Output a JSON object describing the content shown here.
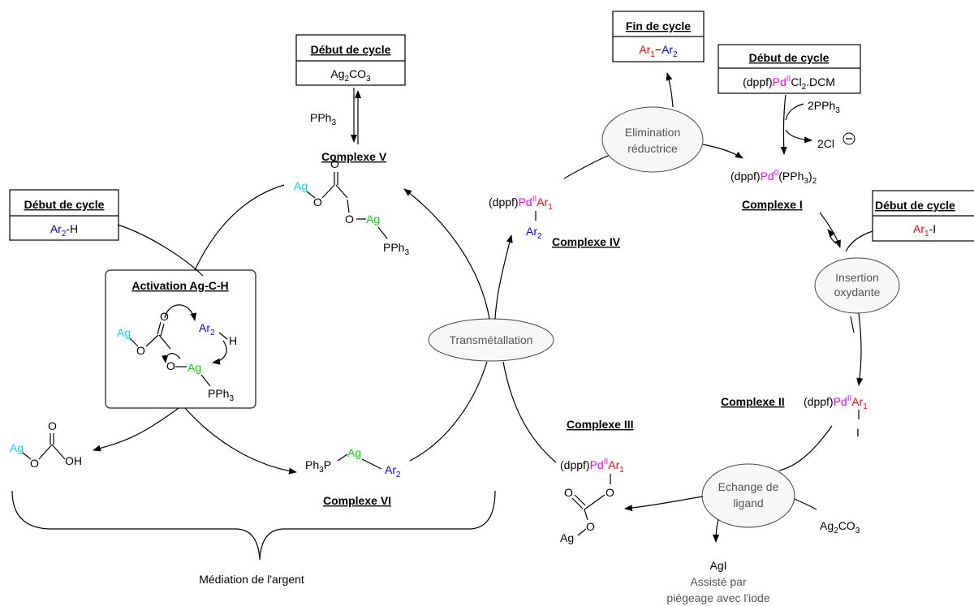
{
  "labels": {
    "debut_de_cycle": "Début de cycle",
    "fin_de_cycle": "Fin de cycle",
    "complexe": "Complexe",
    "activation": "Activation Ag-C-H",
    "mediation": "Médiation de l'argent",
    "agi": "AgI",
    "assiste_par": "Assisté par",
    "piegeage": "piégeage avec l'iode"
  },
  "roman": {
    "I": "I",
    "II": "II",
    "III": "III",
    "IV": "IV",
    "V": "V",
    "VI": "VI"
  },
  "steps": {
    "elimination_1": "Elimination",
    "elimination_2": "réductrice",
    "insertion_1": "Insertion",
    "insertion_2": "oxydante",
    "transmetallation": "Transmétallation",
    "echange_1": "Echange de",
    "echange_2": "ligand"
  },
  "reagents": {
    "pph3": "PPh",
    "pph3_sub": "3",
    "two_pph3": "2PPh",
    "two_cl": "2Cl",
    "ag2co3_main": "Ag",
    "ag2co3_sub1": "2",
    "ag2co3_co": "CO",
    "ag2co3_sub2": "3",
    "dppf": "(dppf)",
    "pd": "Pd",
    "pd_ii": "II",
    "pd_0": "0",
    "cl2dcm_cl": "Cl",
    "cl2dcm_2": "2",
    "cl2dcm_rest": ".DCM",
    "pph3_2": "(PPh",
    "pph3_2_close": ")",
    "ar": "Ar",
    "one": "1",
    "two": "2",
    "h": "-H",
    "i": "-I",
    "iodo": "I",
    "ag": "Ag",
    "o": "O",
    "oh": "OH",
    "hh": "H",
    "ph3p": "Ph",
    "ph3p_sub": "3",
    "p": "P",
    "dash": "−"
  },
  "colors": {
    "silver": "#00d8ff",
    "silver_ligand": "#00dd00",
    "aryl2": "#0000ff",
    "palladium": "#ff00ff",
    "aryl1": "#ff0000"
  }
}
